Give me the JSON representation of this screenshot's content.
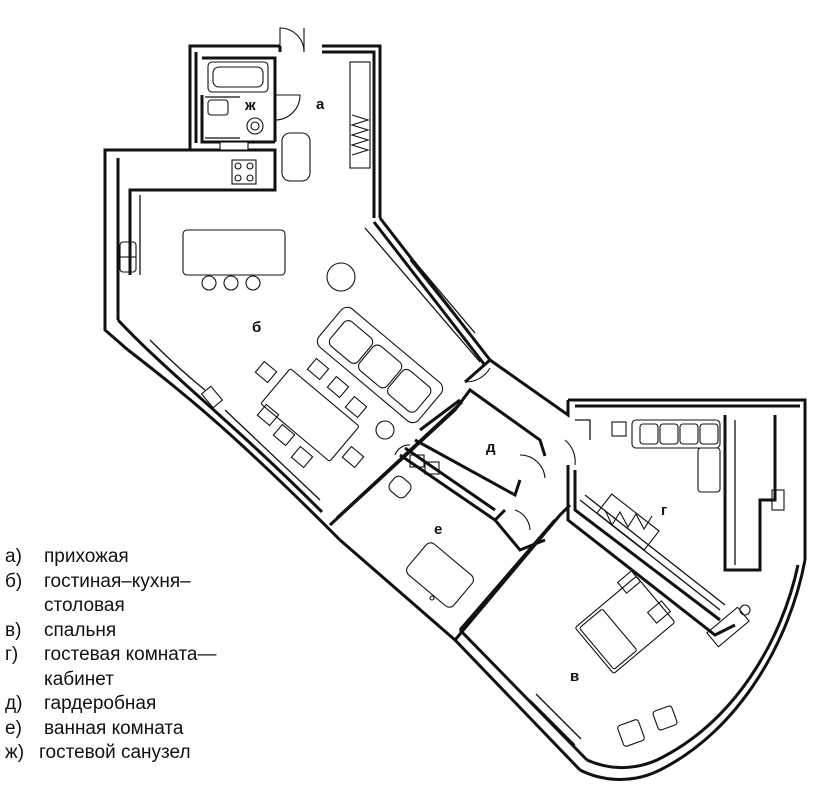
{
  "rooms": [
    {
      "key": "а",
      "name": "прихожая"
    },
    {
      "key": "б",
      "name": "гостиная–кухня–столовая"
    },
    {
      "key": "в",
      "name": "спальня"
    },
    {
      "key": "г",
      "name": "гостевая комната—кабинет"
    },
    {
      "key": "д",
      "name": "гардеробная"
    },
    {
      "key": "е",
      "name": "ванная комната"
    },
    {
      "key": "ж",
      "name": "гостевой санузел"
    }
  ],
  "legend": {
    "a": {
      "key": "а)",
      "text": "прихожая"
    },
    "b": {
      "key": "б)",
      "text1": "гостиная–кухня–",
      "text2": "столовая"
    },
    "v": {
      "key": "в)",
      "text": "спальня"
    },
    "g": {
      "key": "г)",
      "text1": "гостевая комната—",
      "text2": "кабинет"
    },
    "d": {
      "key": "д)",
      "text": "гардеробная"
    },
    "e": {
      "key": "е)",
      "text": "ванная комната"
    },
    "zh": {
      "key": "ж)",
      "text": "гостевой санузел"
    }
  },
  "labels": {
    "a": "а",
    "b": "б",
    "v": "в",
    "g": "г",
    "d": "д",
    "e": "е",
    "zh": "ж"
  }
}
